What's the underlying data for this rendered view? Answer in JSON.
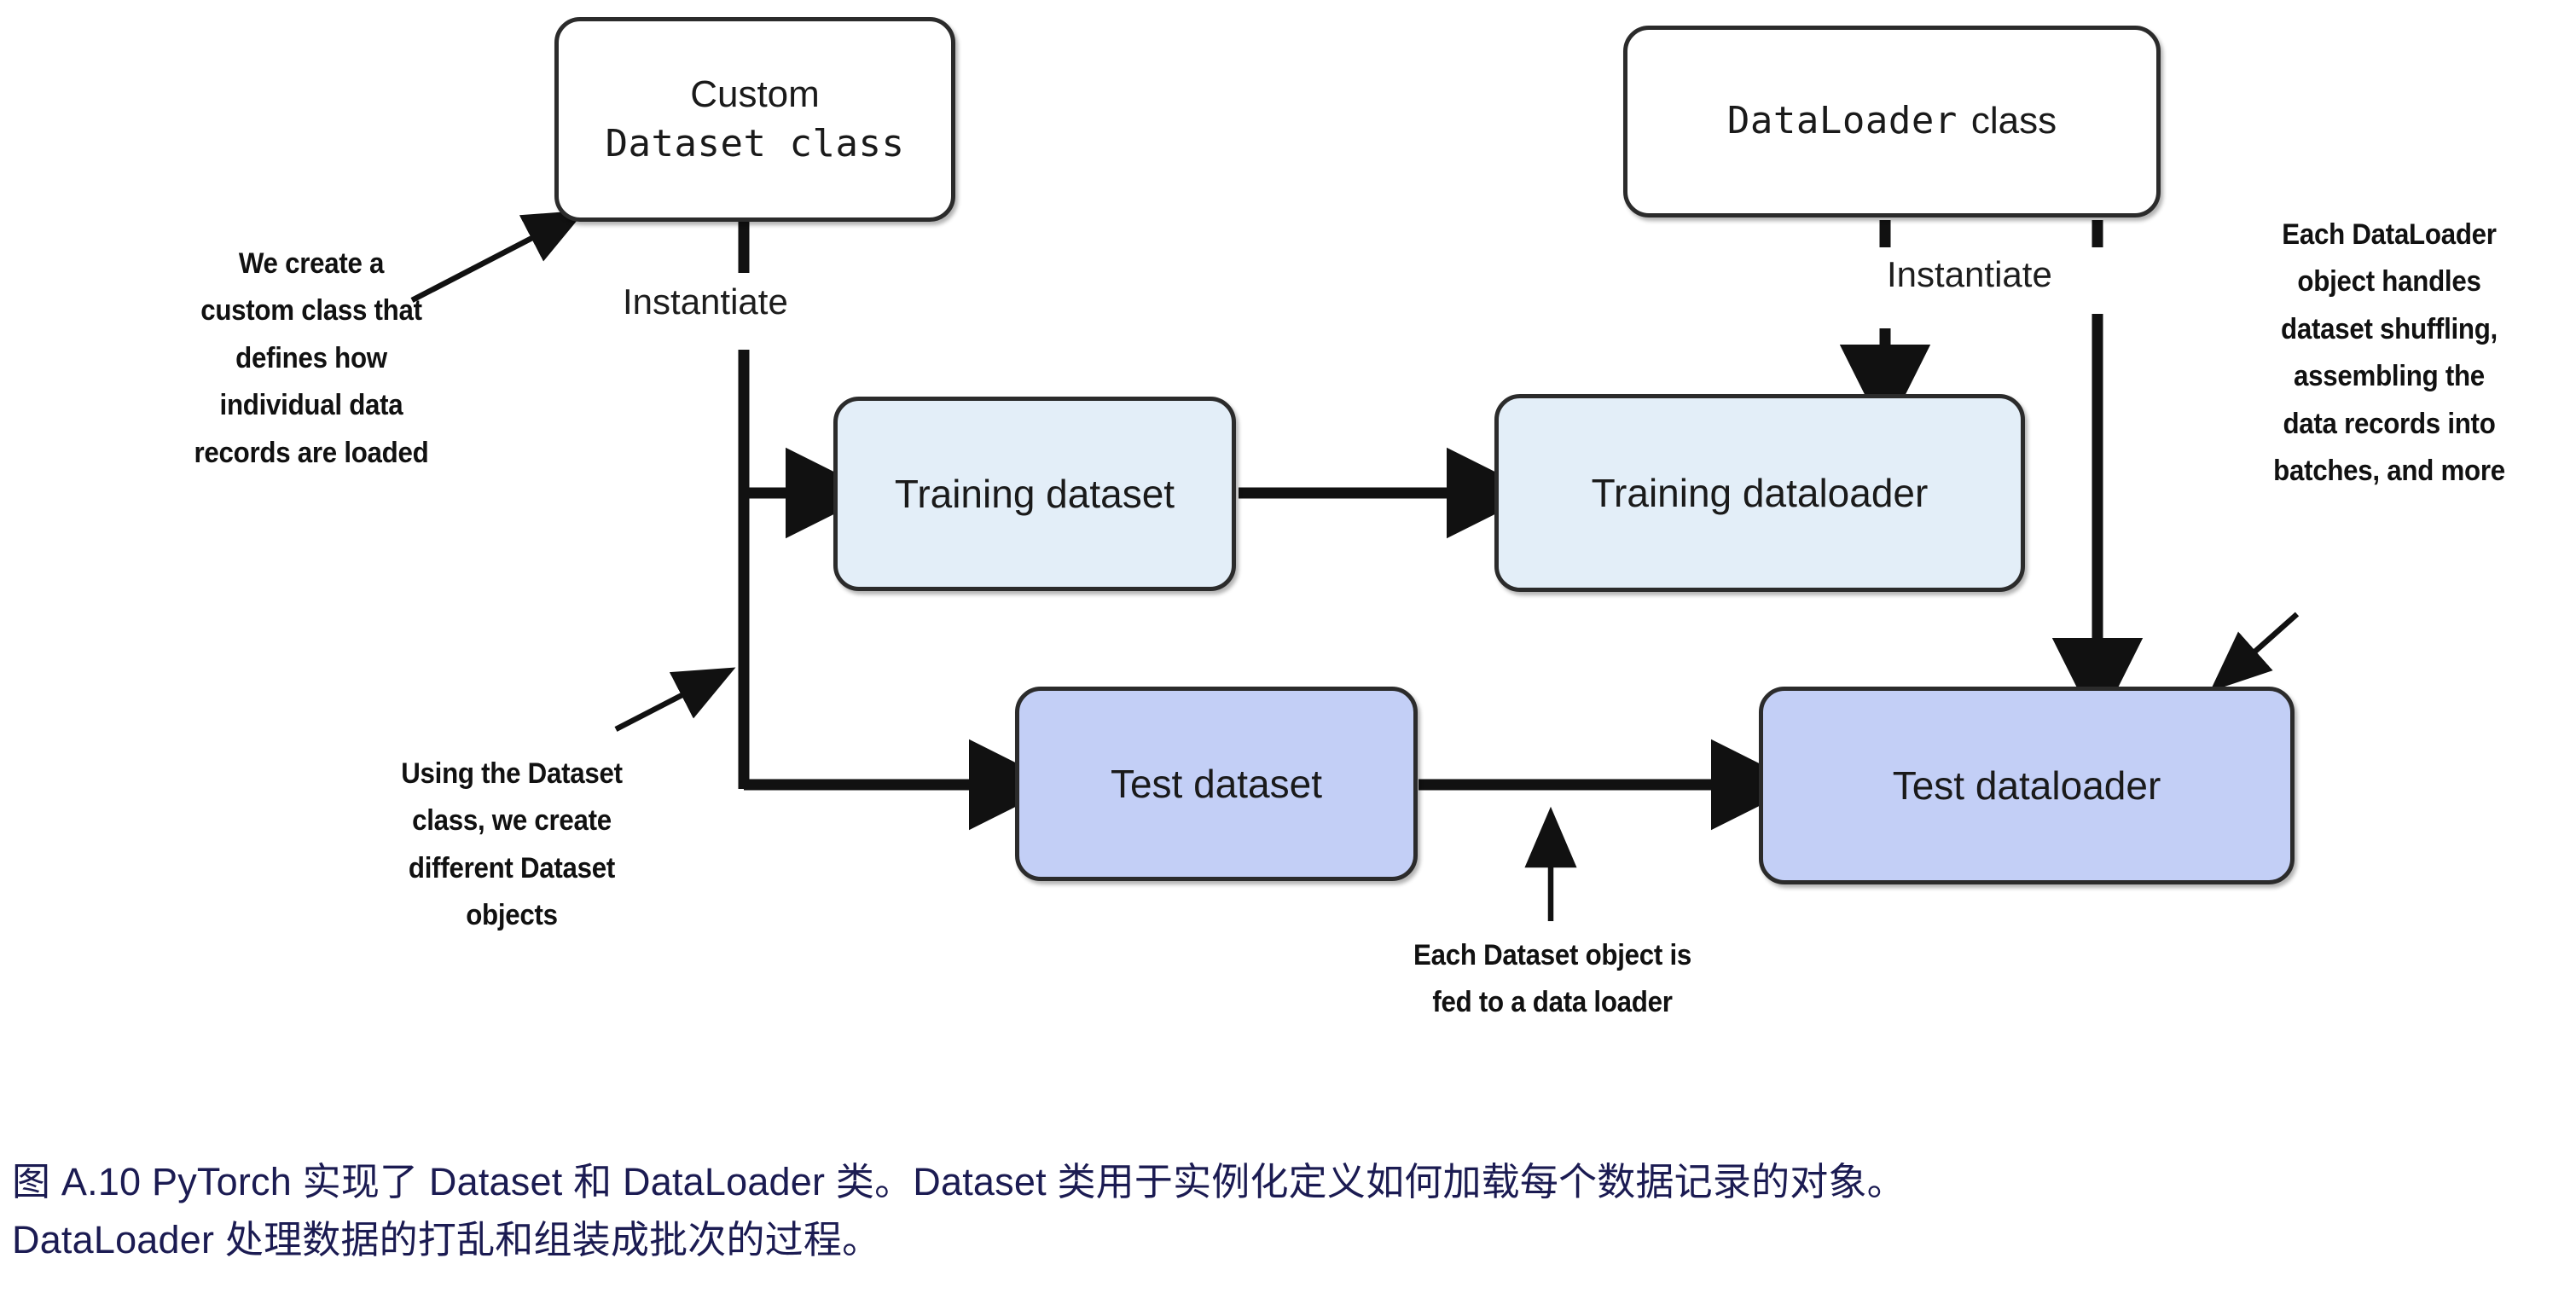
{
  "figure": {
    "nodes": [
      {
        "id": "custom-dataset-class",
        "line1": "Custom",
        "line2": "Dataset class"
      },
      {
        "id": "dataloader-class",
        "line1": "DataLoader",
        "line2": "class"
      },
      {
        "id": "training-dataset",
        "label": "Training dataset"
      },
      {
        "id": "training-dataloader",
        "label": "Training dataloader"
      },
      {
        "id": "test-dataset",
        "label": "Test dataset"
      },
      {
        "id": "test-dataloader",
        "label": "Test dataloader"
      }
    ],
    "edge_labels": {
      "instantiate_left": "Instantiate",
      "instantiate_right": "Instantiate"
    },
    "annotations": {
      "top_left": [
        "We create a",
        "custom class that",
        "defines how",
        "individual data",
        "records are loaded"
      ],
      "bottom_left": [
        "Using the Dataset",
        "class, we create",
        "different Dataset",
        "objects"
      ],
      "bottom_center": [
        "Each Dataset object is",
        "fed to a data loader"
      ],
      "right": [
        "Each DataLoader",
        "object handles",
        "dataset shuffling,",
        "assembling the",
        "data records into",
        "batches, and more"
      ]
    },
    "colors": {
      "stroke": "#2b2b2b",
      "node_plain_fill": "#ffffff",
      "node_light_fill": "#e3eef8",
      "node_mid_fill": "#c3cff6",
      "caption_text": "#1b1b52",
      "annotation_text": "#111111"
    }
  },
  "caption": {
    "line1": "图 A.10 PyTorch 实现了 Dataset 和 DataLoader 类。Dataset 类用于实例化定义如何加载每个数据记录的对象。",
    "line2": "DataLoader 处理数据的打乱和组装成批次的过程。"
  }
}
